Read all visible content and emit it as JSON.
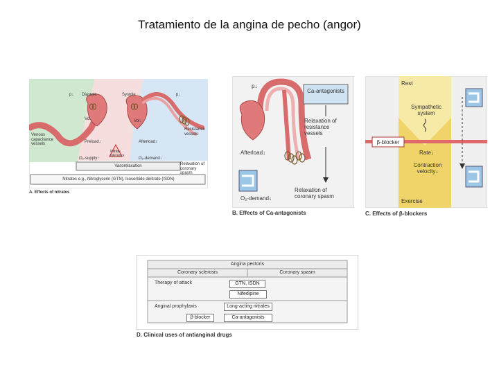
{
  "title": "Tratamiento de la angina de pecho (angor)",
  "panel_a": {
    "caption": "A. Effects of nitrates",
    "p_left": "p↓",
    "diastole": "Diastole",
    "systole": "Systole",
    "p_right": "p↓",
    "vd": "Vd",
    "vol": "Vol↓",
    "venous": "Venous capacitance vessels",
    "resistance": "Resistance vessels",
    "preload": "Preload↓",
    "afterload": "Afterload↓",
    "nitrate_tolerance": "Nitrate tolerance",
    "o2_supply": "O₂-supply↑",
    "o2_demand": "O₂-demand↓",
    "vasorelaxation": "Vasorelaxation",
    "relaxation_coronary": "Relaxation of coronary spasm",
    "nitrates_line": "Nitrates e.g., Nitroglycerin (GTN), Isosorbide dinitrate (ISDN)"
  },
  "panel_b": {
    "caption": "B. Effects of Ca-antagonists",
    "p": "p↓",
    "ca_antagonists": "Ca-antagonists",
    "relax_resistance": "Relaxation of resistance vessels",
    "afterload": "Afterload↓",
    "o2_demand": "O₂-demand↓",
    "relax_coronary": "Relaxation of coronary spasm"
  },
  "panel_c": {
    "caption": "C. Effects of β-blockers",
    "rest": "Rest",
    "sympathetic": "Sympathetic system",
    "beta_blocker": "β-blocker",
    "rate": "Rate↓",
    "contraction": "Contraction velocity↓",
    "exercise": "Exercise"
  },
  "panel_d": {
    "caption": "D. Clinical uses of antianginal drugs",
    "header": "Angina pectoris",
    "col_left": "Coronary sclerosis",
    "col_right": "Coronary spasm",
    "row1": "Therapy of attack",
    "row2": "Anginal prophylaxis",
    "gtn": "GTN, ISDN",
    "nifedipine": "Nifedipine",
    "long_nitrates": "Long-acting nitrates",
    "beta_blocker": "β-blocker",
    "ca_antagonists": "Ca-antagonists"
  }
}
